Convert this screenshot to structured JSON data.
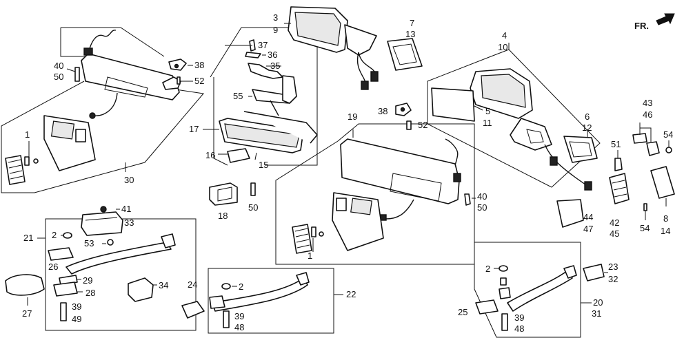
{
  "direction_label": "FR.",
  "callouts": {
    "c1a": "1",
    "c1b": "1",
    "c2a": "2",
    "c2b": "2",
    "c2c": "2",
    "c3": "3",
    "c9": "9",
    "c4": "4",
    "c10": "10",
    "c5": "5",
    "c11": "11",
    "c6": "6",
    "c12": "12",
    "c7": "7",
    "c13": "13",
    "c8": "8",
    "c14": "14",
    "c15": "15",
    "c16": "16",
    "c17": "17",
    "c18": "18",
    "c19": "19",
    "c20": "20",
    "c31": "31",
    "c21": "21",
    "c22": "22",
    "c23": "23",
    "c32": "32",
    "c24": "24",
    "c25": "25",
    "c26": "26",
    "c27": "27",
    "c28": "28",
    "c29": "29",
    "c30": "30",
    "c33": "33",
    "c34": "34",
    "c35": "35",
    "c36": "36",
    "c37": "37",
    "c38a": "38",
    "c38b": "38",
    "c39a": "39",
    "c49": "49",
    "c39b": "39",
    "c48a": "48",
    "c39c": "39",
    "c48b": "48",
    "c40a": "40",
    "c50a": "50",
    "c40b": "40",
    "c50b": "50",
    "c50c": "50",
    "c41": "41",
    "c42": "42",
    "c45": "45",
    "c43": "43",
    "c46": "46",
    "c44": "44",
    "c47": "47",
    "c51": "51",
    "c52a": "52",
    "c52b": "52",
    "c53": "53",
    "c54a": "54",
    "c54b": "54",
    "c55": "55"
  }
}
